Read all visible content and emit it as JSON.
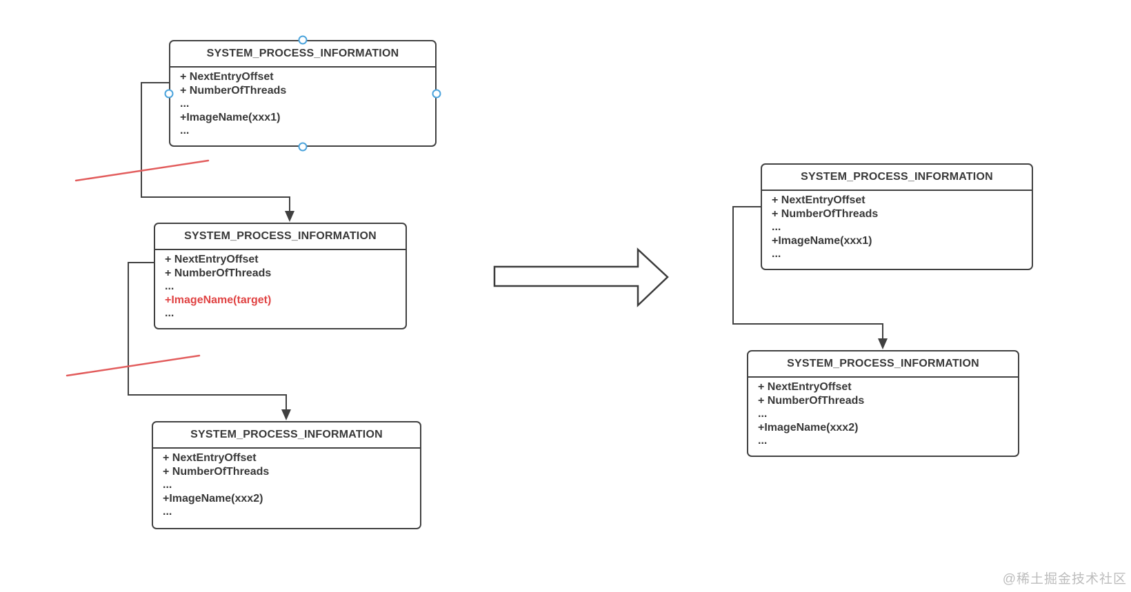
{
  "nodes": {
    "left_top": {
      "title": "SYSTEM_PROCESS_INFORMATION",
      "fields": [
        "+ NextEntryOffset",
        "+ NumberOfThreads",
        "...",
        "+ImageName(xxx1)",
        "..."
      ],
      "selected": true
    },
    "left_middle": {
      "title": "SYSTEM_PROCESS_INFORMATION",
      "fields": [
        "+ NextEntryOffset",
        "+ NumberOfThreads",
        "...",
        "+ImageName(target)",
        "..."
      ],
      "highlighted_field": "+ImageName(target)"
    },
    "left_bottom": {
      "title": "SYSTEM_PROCESS_INFORMATION",
      "fields": [
        "+ NextEntryOffset",
        "+ NumberOfThreads",
        "...",
        "+ImageName(xxx2)",
        "..."
      ]
    },
    "right_top": {
      "title": "SYSTEM_PROCESS_INFORMATION",
      "fields": [
        "+ NextEntryOffset",
        "+ NumberOfThreads",
        "...",
        "+ImageName(xxx1)",
        "..."
      ]
    },
    "right_bottom": {
      "title": "SYSTEM_PROCESS_INFORMATION",
      "fields": [
        "+ NextEntryOffset",
        "+ NumberOfThreads",
        "...",
        "+ImageName(xxx2)",
        "..."
      ]
    }
  },
  "colors": {
    "node_border": "#404040",
    "node_text": "#383838",
    "highlight_red": "#e04343",
    "strike_line_red": "#e25c5c",
    "selection_handle_blue": "#4aa3dc",
    "connector": "#404040"
  },
  "watermark": {
    "text": "@稀土掘金技术社区"
  }
}
